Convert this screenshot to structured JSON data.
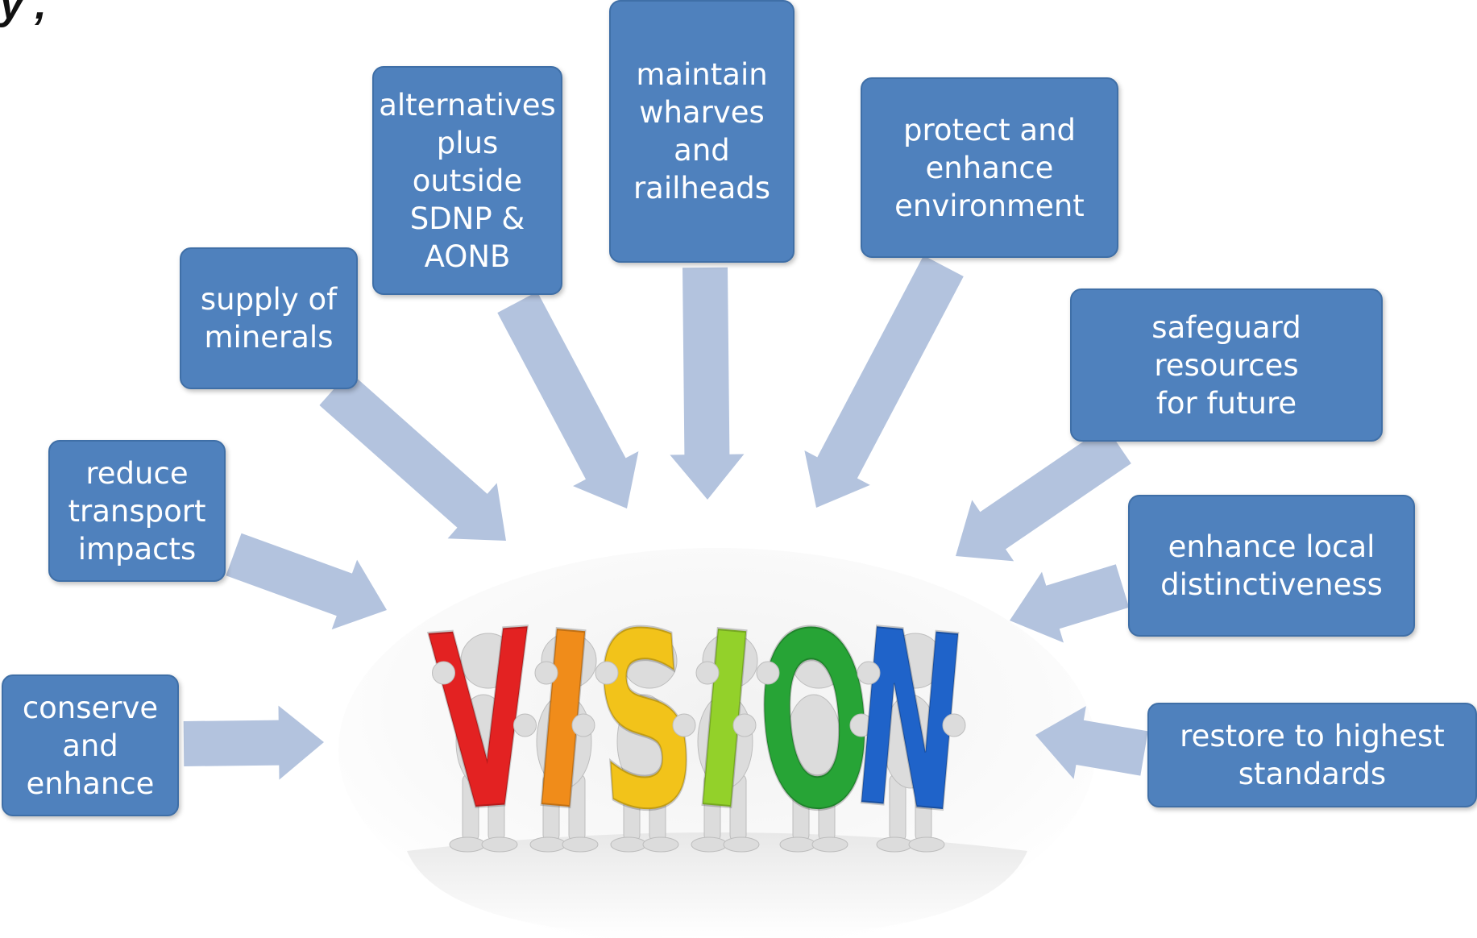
{
  "title_fragment": "y     ,",
  "colors": {
    "box_fill": "#4f81bd",
    "arrow_fill": "#b3c3de",
    "text": "#ffffff"
  },
  "center_graphic": {
    "icon": "vision-people-holding-letters",
    "letters": [
      {
        "char": "V",
        "color": "#e32222"
      },
      {
        "char": "I",
        "color": "#f08c1a"
      },
      {
        "char": "S",
        "color": "#f2c31a"
      },
      {
        "char": "I",
        "color": "#93d12a"
      },
      {
        "char": "O",
        "color": "#27a436"
      },
      {
        "char": "N",
        "color": "#1f63c9"
      }
    ]
  },
  "boxes": [
    {
      "id": "conserve",
      "lines": [
        "conserve",
        "and",
        "enhance"
      ]
    },
    {
      "id": "reduce-transport",
      "lines": [
        "reduce",
        "transport",
        "impacts"
      ]
    },
    {
      "id": "supply-minerals",
      "lines": [
        "supply of",
        "minerals"
      ]
    },
    {
      "id": "alternatives",
      "lines": [
        "alternatives",
        "plus outside",
        "SDNP &",
        "AONB"
      ]
    },
    {
      "id": "maintain-wharves",
      "lines": [
        "maintain",
        "wharves",
        "and",
        "railheads"
      ]
    },
    {
      "id": "protect-environment",
      "lines": [
        "protect and",
        "enhance",
        "environment"
      ]
    },
    {
      "id": "safeguard-resources",
      "lines": [
        "safeguard resources",
        "for future"
      ]
    },
    {
      "id": "local-distinctiveness",
      "lines": [
        "enhance local",
        "distinctiveness"
      ]
    },
    {
      "id": "restore-standards",
      "lines": [
        "restore to highest",
        "standards"
      ]
    }
  ]
}
